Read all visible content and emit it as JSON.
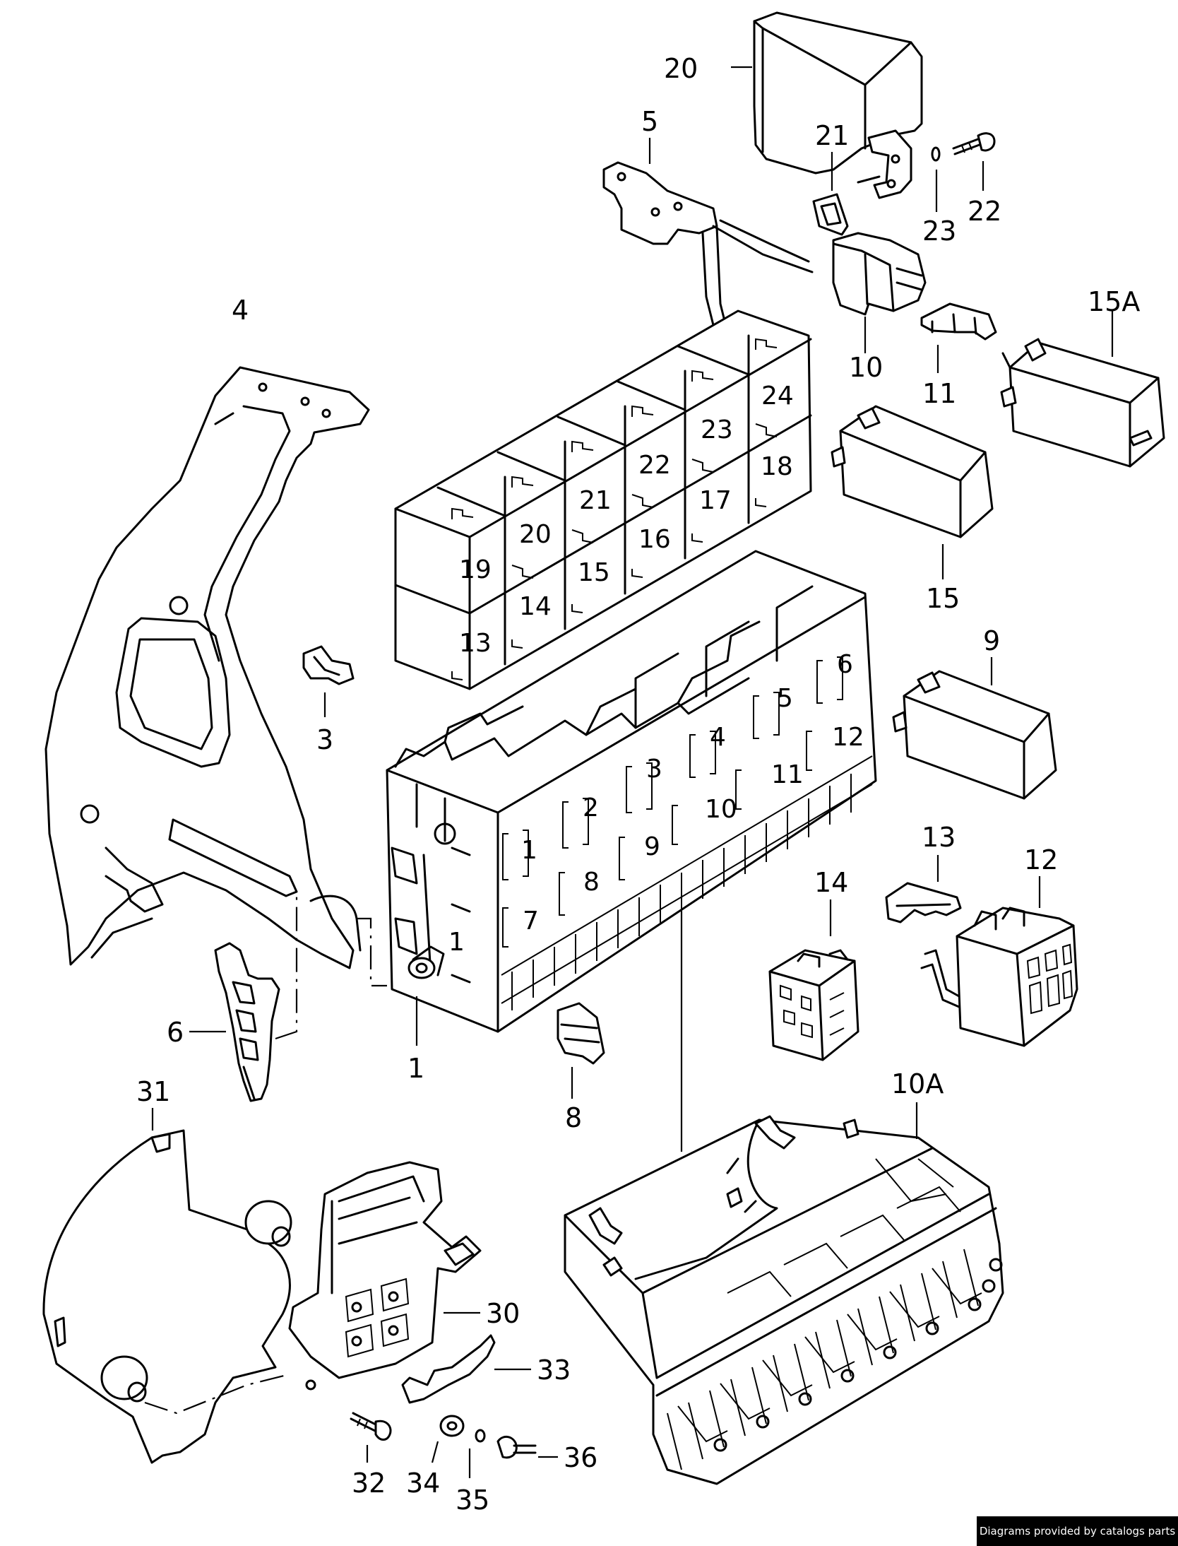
{
  "diagram": {
    "callouts": {
      "c1": "1",
      "c3": "3",
      "c4": "4",
      "c5": "5",
      "c6": "6",
      "c8": "8",
      "c9": "9",
      "c10": "10",
      "c10a": "10A",
      "c11": "11",
      "c12": "12",
      "c13": "13",
      "c14": "14",
      "c15": "15",
      "c15a": "15A",
      "c20": "20",
      "c21": "21",
      "c22": "22",
      "c23": "23",
      "c30": "30",
      "c31": "31",
      "c32": "32",
      "c33": "33",
      "c34": "34",
      "c35": "35",
      "c36": "36"
    },
    "relay_slots": [
      "13",
      "14",
      "15",
      "16",
      "17",
      "18",
      "19",
      "20",
      "21",
      "22",
      "23",
      "24"
    ],
    "fuse_slots": [
      "1",
      "2",
      "3",
      "4",
      "5",
      "6",
      "7",
      "8",
      "9",
      "10",
      "11",
      "12"
    ],
    "housing_mark": "1"
  },
  "credit": "Diagrams provided by catalogs parts"
}
